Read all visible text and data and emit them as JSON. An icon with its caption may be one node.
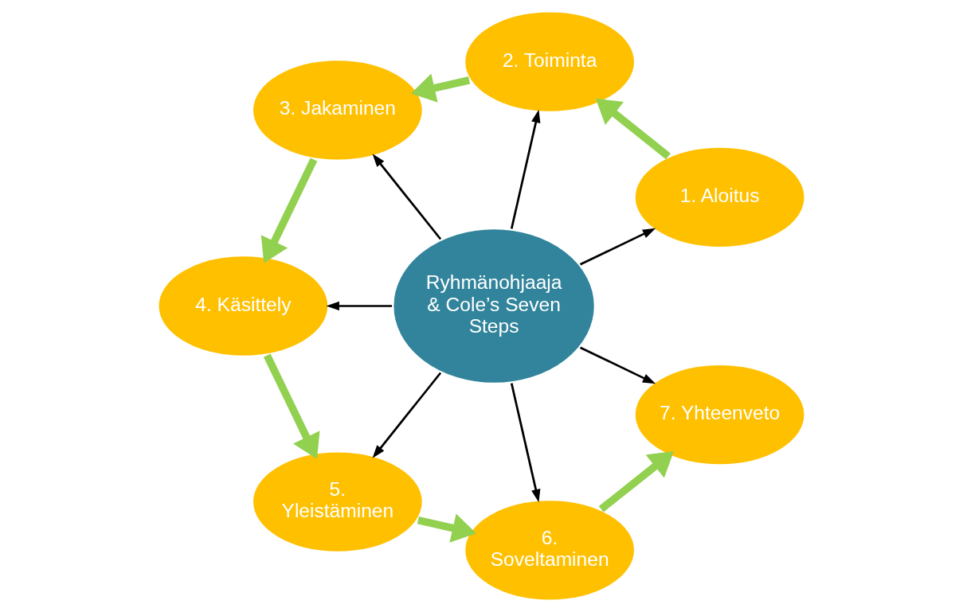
{
  "diagram": {
    "nodes": [
      {
        "text": [
          "Ryhmänohjaaja & Cole’s Seven Steps"
        ]
      },
      {
        "text": [
          "1. Aloitus"
        ]
      },
      {
        "text": [
          "2. Toiminta"
        ]
      },
      {
        "text": [
          "3. Jakaminen"
        ]
      },
      {
        "text": [
          "4. Käsittely"
        ]
      },
      {
        "text": [
          "5. Yleistäminen"
        ]
      },
      {
        "text": [
          "6. Soveltaminen"
        ]
      },
      {
        "text": [
          "7. Yhteenveto"
        ]
      }
    ],
    "edges": [
      {
        "from": 0,
        "to": 1,
        "arrow": "to"
      },
      {
        "from": 0,
        "to": 2,
        "arrow": "to"
      },
      {
        "from": 0,
        "to": 3,
        "arrow": "to"
      },
      {
        "from": 0,
        "to": 4,
        "arrow": "to"
      },
      {
        "from": 0,
        "to": 5,
        "arrow": "to"
      },
      {
        "from": 0,
        "to": 6,
        "arrow": "to"
      },
      {
        "from": 0,
        "to": 7,
        "arrow": "to"
      },
      {
        "from": 1,
        "to": 2,
        "arrow": "to",
        "style": "thick",
        "color": "#92d050"
      },
      {
        "from": 2,
        "to": 3,
        "arrow": "to",
        "style": "thick",
        "color": "#92d050"
      },
      {
        "from": 3,
        "to": 4,
        "arrow": "to",
        "style": "thick",
        "color": "#92d050"
      },
      {
        "from": 4,
        "to": 5,
        "arrow": "to",
        "style": "thick",
        "color": "#92d050"
      },
      {
        "from": 5,
        "to": 6,
        "arrow": "to",
        "style": "thick",
        "color": "#92d050"
      },
      {
        "from": 6,
        "to": 7,
        "arrow": "to",
        "style": "thick",
        "color": "#92d050"
      }
    ]
  }
}
